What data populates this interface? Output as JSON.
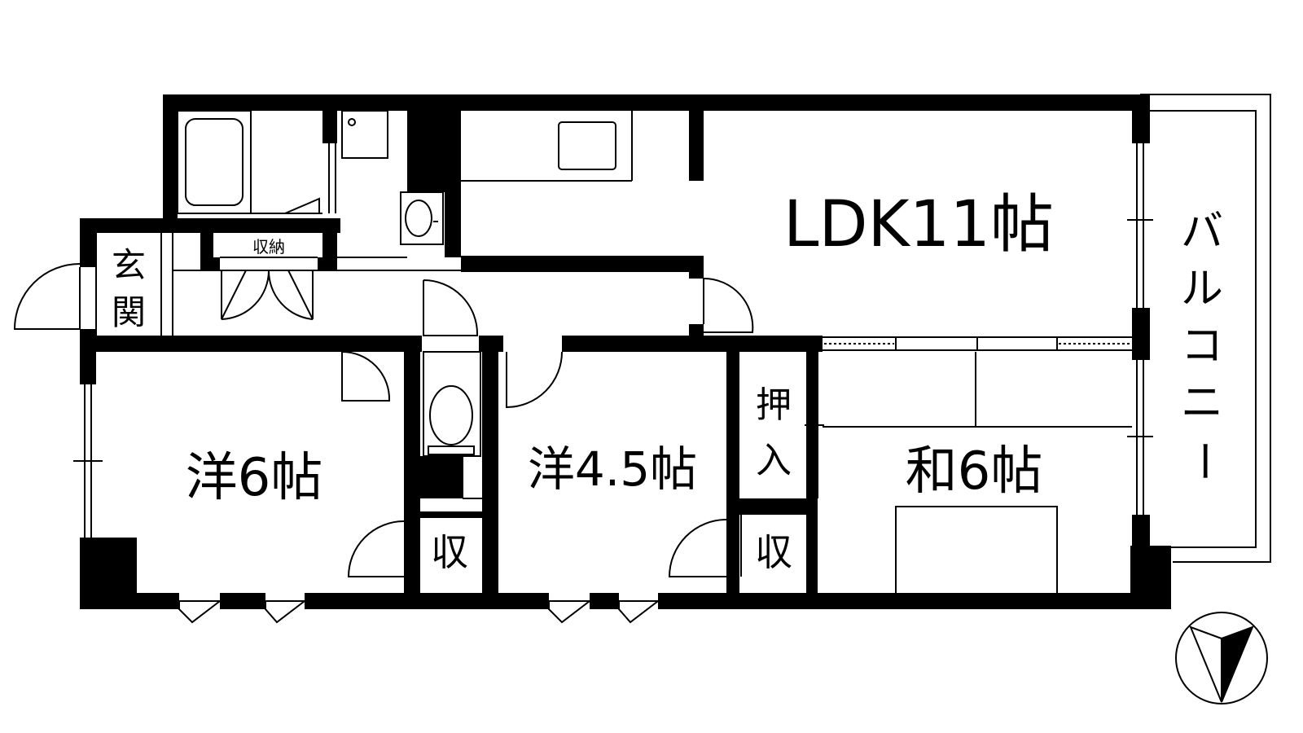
{
  "rooms": {
    "ldk": "LDK11帖",
    "western6": "洋6帖",
    "western45": "洋4.5帖",
    "japanese6": "和6帖"
  },
  "entrance": [
    "玄",
    "関"
  ],
  "balcony": [
    "バ",
    "ル",
    "コ",
    "ニ",
    "ー"
  ],
  "closet_small": "収納",
  "oshiire": [
    "押",
    "入"
  ],
  "storage1": "収",
  "storage2": "収"
}
